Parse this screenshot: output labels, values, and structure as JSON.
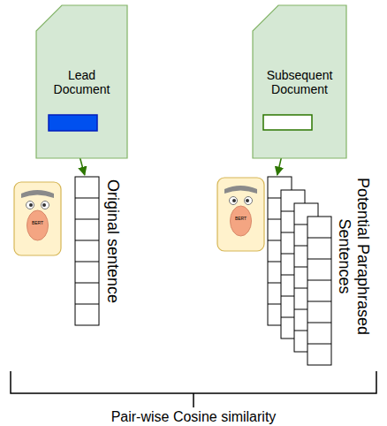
{
  "diagram": {
    "nodes": [
      {
        "text": [
          "Lead Document"
        ]
      },
      {
        "text": [
          "Subsequent Document"
        ]
      },
      {
        "text": [
          "BERT"
        ]
      },
      {
        "text": [
          "BERT"
        ]
      },
      {
        "text": [
          "Original sentence"
        ]
      },
      {
        "text": [
          "Potential Paraphrased Sentences"
        ]
      }
    ],
    "edges": [
      {
        "from": 0,
        "to": 4,
        "arrow": "to"
      },
      {
        "from": 1,
        "to": 5,
        "arrow": "to"
      }
    ],
    "labels": [
      "Pair-wise Cosine similarity"
    ]
  }
}
